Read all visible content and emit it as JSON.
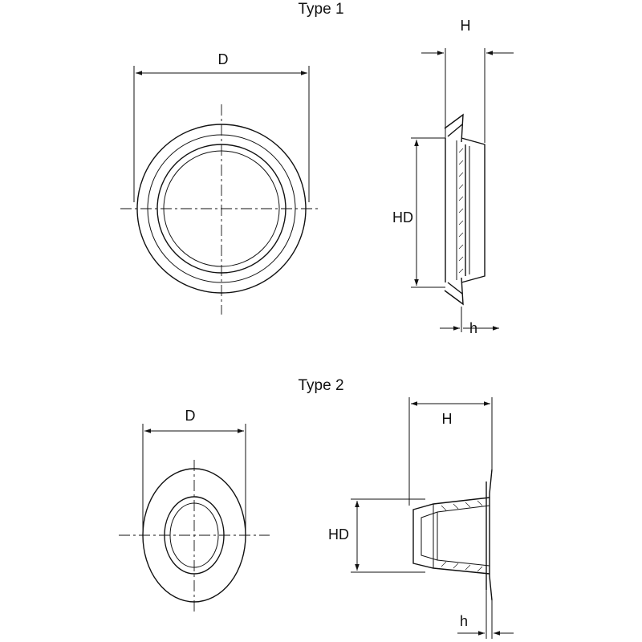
{
  "type1": {
    "title": "Type 1",
    "front_view": {
      "dimension_label": "D"
    },
    "side_view": {
      "height_label": "H",
      "hole_diameter_label": "HD",
      "thickness_label": "h"
    }
  },
  "type2": {
    "title": "Type 2",
    "front_view": {
      "dimension_label": "D"
    },
    "side_view": {
      "height_label": "H",
      "hole_diameter_label": "HD",
      "thickness_label": "h"
    }
  }
}
